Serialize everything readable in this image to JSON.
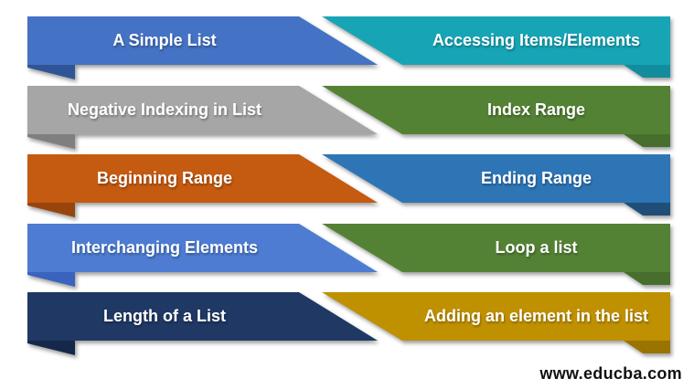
{
  "rows": [
    {
      "left": {
        "label": "A Simple List",
        "color": "#4472C4",
        "fold_color": "#2F5597"
      },
      "right": {
        "label": "Accessing Items/Elements",
        "color": "#17A5B6",
        "fold_color": "#128D9E"
      }
    },
    {
      "left": {
        "label": "Negative Indexing in List",
        "color": "#A6A6A6",
        "fold_color": "#7F7F7F"
      },
      "right": {
        "label": "Index Range",
        "color": "#548235",
        "fold_color": "#476E2D"
      }
    },
    {
      "left": {
        "label": "Beginning Range",
        "color": "#C55A11",
        "fold_color": "#97450D"
      },
      "right": {
        "label": "Ending Range",
        "color": "#2E75B6",
        "fold_color": "#1F4E79"
      }
    },
    {
      "left": {
        "label": "Interchanging Elements",
        "color": "#4D7CD2",
        "fold_color": "#3A63BD"
      },
      "right": {
        "label": "Loop a list",
        "color": "#548235",
        "fold_color": "#476E2D"
      }
    },
    {
      "left": {
        "label": "Length of a List",
        "color": "#1F3864",
        "fold_color": "#16284A"
      },
      "right": {
        "label": "Adding an element in the list",
        "color": "#BF9000",
        "fold_color": "#9A7400"
      }
    }
  ],
  "footer": {
    "website": "www.educba.com",
    "color": "#111111"
  },
  "text_color": "#FFFFFF",
  "background_color": "#FFFFFF"
}
